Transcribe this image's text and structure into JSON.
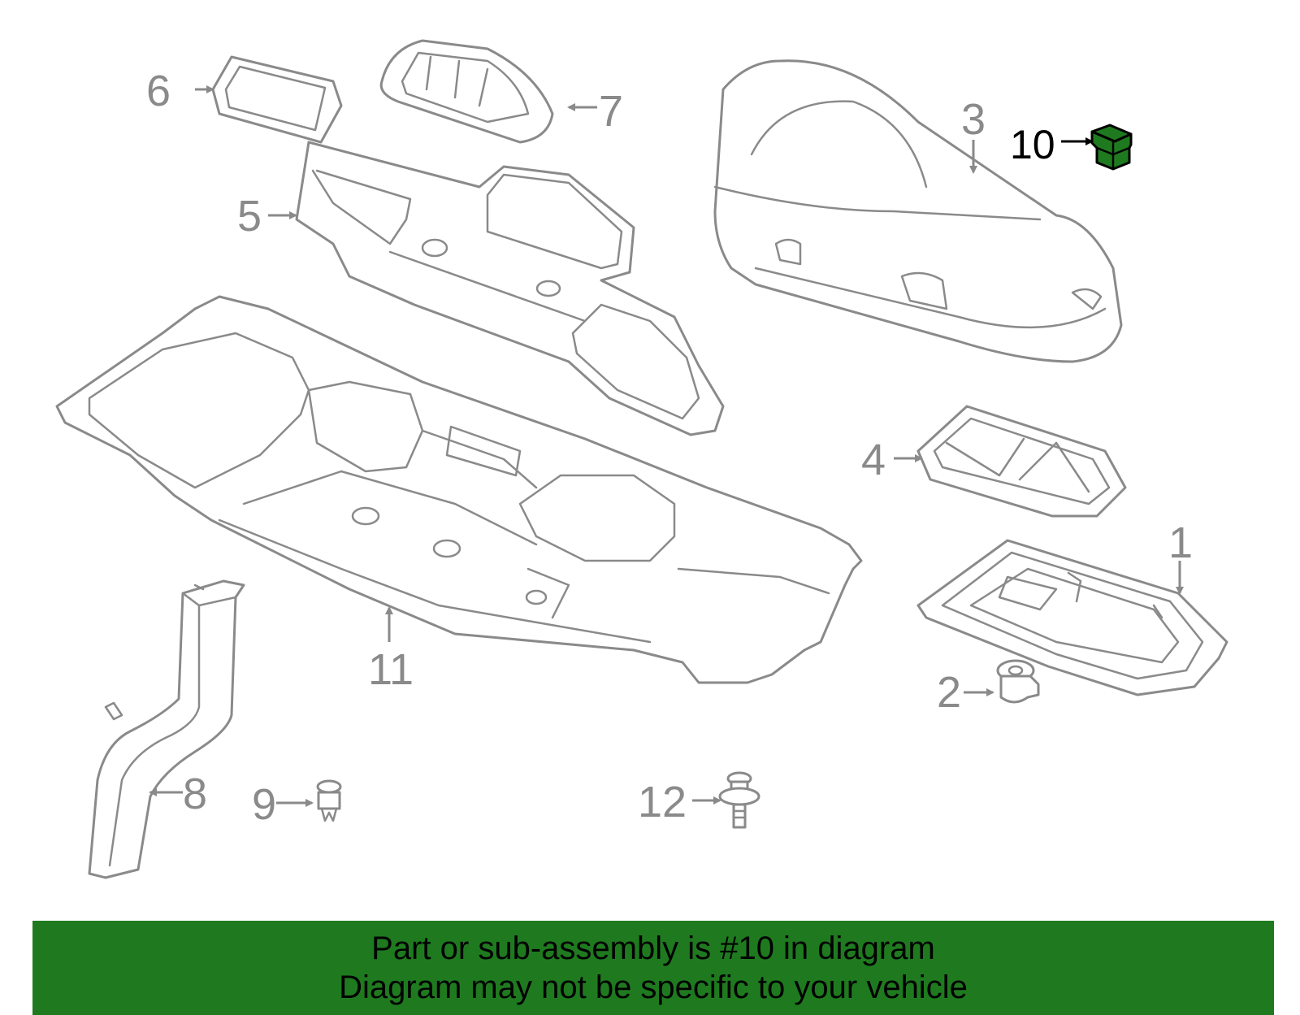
{
  "callouts": {
    "c1": "1",
    "c2": "2",
    "c3": "3",
    "c4": "4",
    "c5": "5",
    "c6": "6",
    "c7": "7",
    "c8": "8",
    "c9": "9",
    "c10": "10",
    "c11": "11",
    "c12": "12"
  },
  "banner": {
    "line1": "Part or sub-assembly is #10 in diagram",
    "line2": "Diagram may not be specific to your vehicle"
  },
  "colors": {
    "highlight_part": "#1f7a1f",
    "banner_bg": "#1f7a1f",
    "outline": "#8a8a8a"
  }
}
